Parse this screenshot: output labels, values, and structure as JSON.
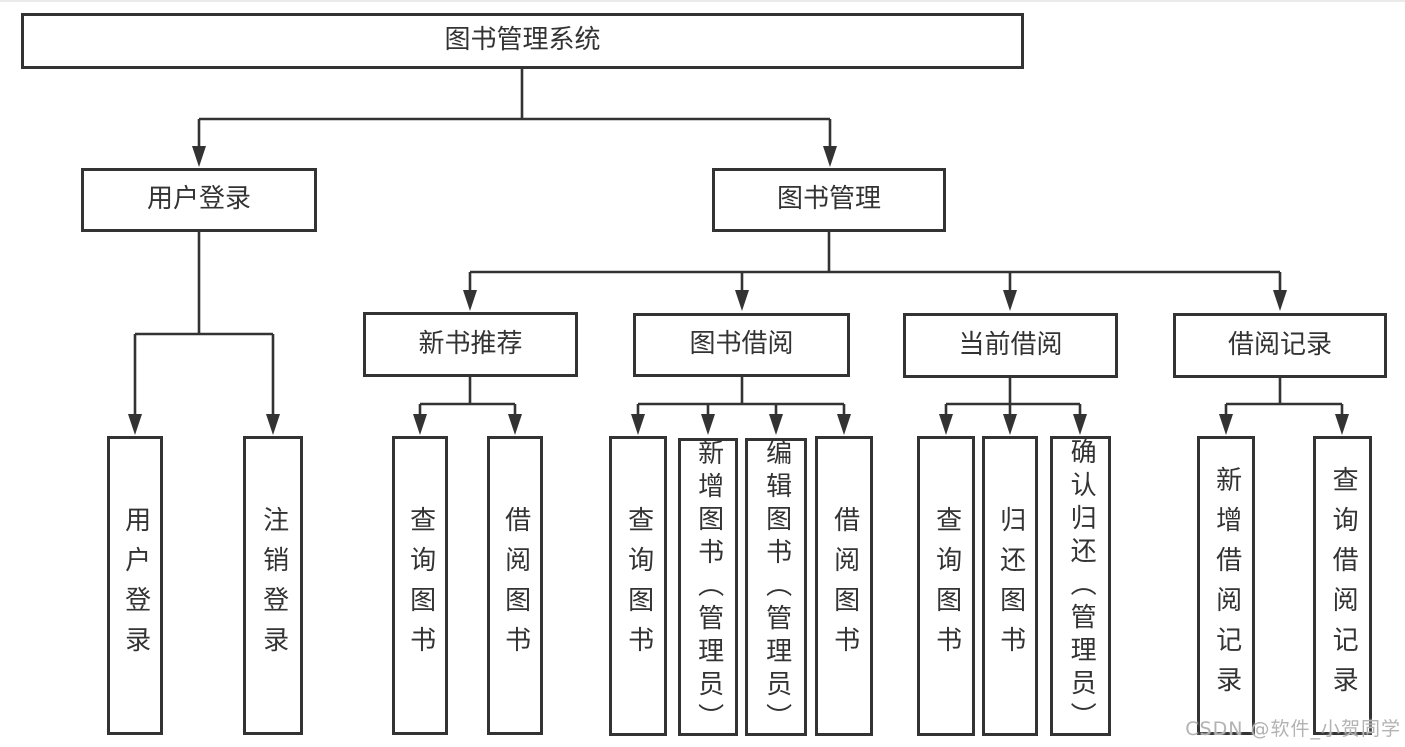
{
  "diagram_title": "图书管理系统",
  "nodes": {
    "root": "图书管理系统",
    "user_login": "用户登录",
    "book_management": "图书管理",
    "new_book_recommend": "新书推荐",
    "book_borrow": "图书借阅",
    "current_borrow": "当前借阅",
    "borrow_records": "借阅记录",
    "leaf_user_login": "用户登录",
    "leaf_logout": "注销登录",
    "leaf_query_books_1": "查询图书",
    "leaf_borrow_books_1": "借阅图书",
    "leaf_query_books_2": "查询图书",
    "leaf_add_book_admin": "新增图书（管理员）",
    "leaf_edit_book_admin": "编辑图书（管理员）",
    "leaf_borrow_books_2": "借阅图书",
    "leaf_query_books_3": "查询图书",
    "leaf_return_book": "归还图书",
    "leaf_confirm_return_admin": "确认归还（管理员）",
    "leaf_add_borrow_record": "新增借阅记录",
    "leaf_query_borrow_record": "查询借阅记录"
  },
  "tree": {
    "label": "图书管理系统",
    "children": [
      {
        "label": "用户登录",
        "children": [
          {
            "label": "用户登录"
          },
          {
            "label": "注销登录"
          }
        ]
      },
      {
        "label": "图书管理",
        "children": [
          {
            "label": "新书推荐",
            "children": [
              {
                "label": "查询图书"
              },
              {
                "label": "借阅图书"
              }
            ]
          },
          {
            "label": "图书借阅",
            "children": [
              {
                "label": "查询图书"
              },
              {
                "label": "新增图书（管理员）"
              },
              {
                "label": "编辑图书（管理员）"
              },
              {
                "label": "借阅图书"
              }
            ]
          },
          {
            "label": "当前借阅",
            "children": [
              {
                "label": "查询图书"
              },
              {
                "label": "归还图书"
              },
              {
                "label": "确认归还（管理员）"
              }
            ]
          },
          {
            "label": "借阅记录",
            "children": [
              {
                "label": "新增借阅记录"
              },
              {
                "label": "查询借阅记录"
              }
            ]
          }
        ]
      }
    ]
  },
  "watermark": "CSDN @软件_小贺同学",
  "colors": {
    "line": "#333333",
    "text": "#333333",
    "box_bg": "#ffffff",
    "watermark": "#b3b3b3",
    "background": "#ffffff"
  }
}
